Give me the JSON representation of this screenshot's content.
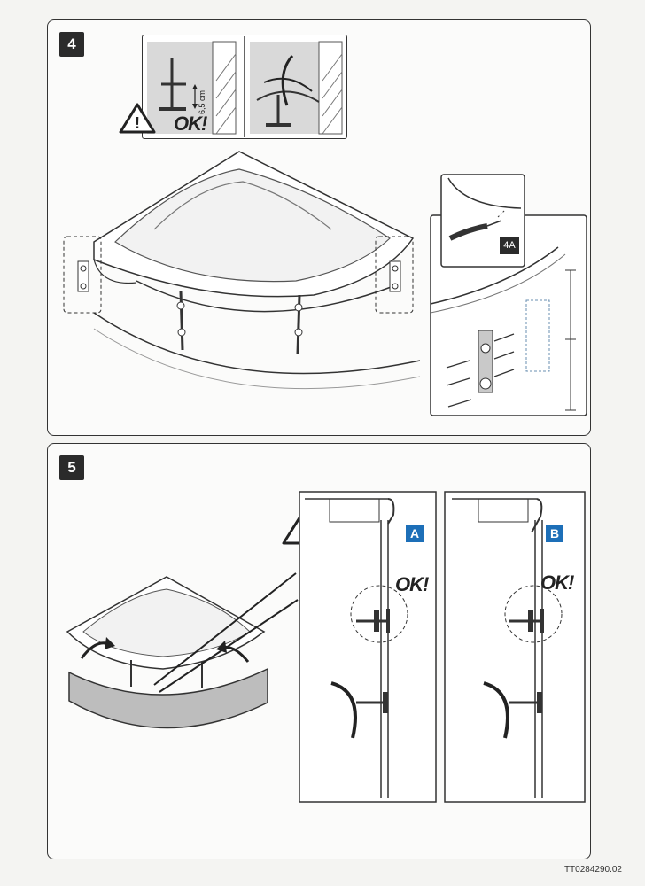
{
  "steps": [
    {
      "number": "4",
      "ok_label": "OK!",
      "measurement": "6,5 cm",
      "detail_label": "4A"
    },
    {
      "number": "5",
      "variants": [
        {
          "badge": "A",
          "ok_label": "OK!"
        },
        {
          "badge": "B",
          "ok_label": "OK!"
        }
      ]
    }
  ],
  "document_code": "TT0284290.02"
}
